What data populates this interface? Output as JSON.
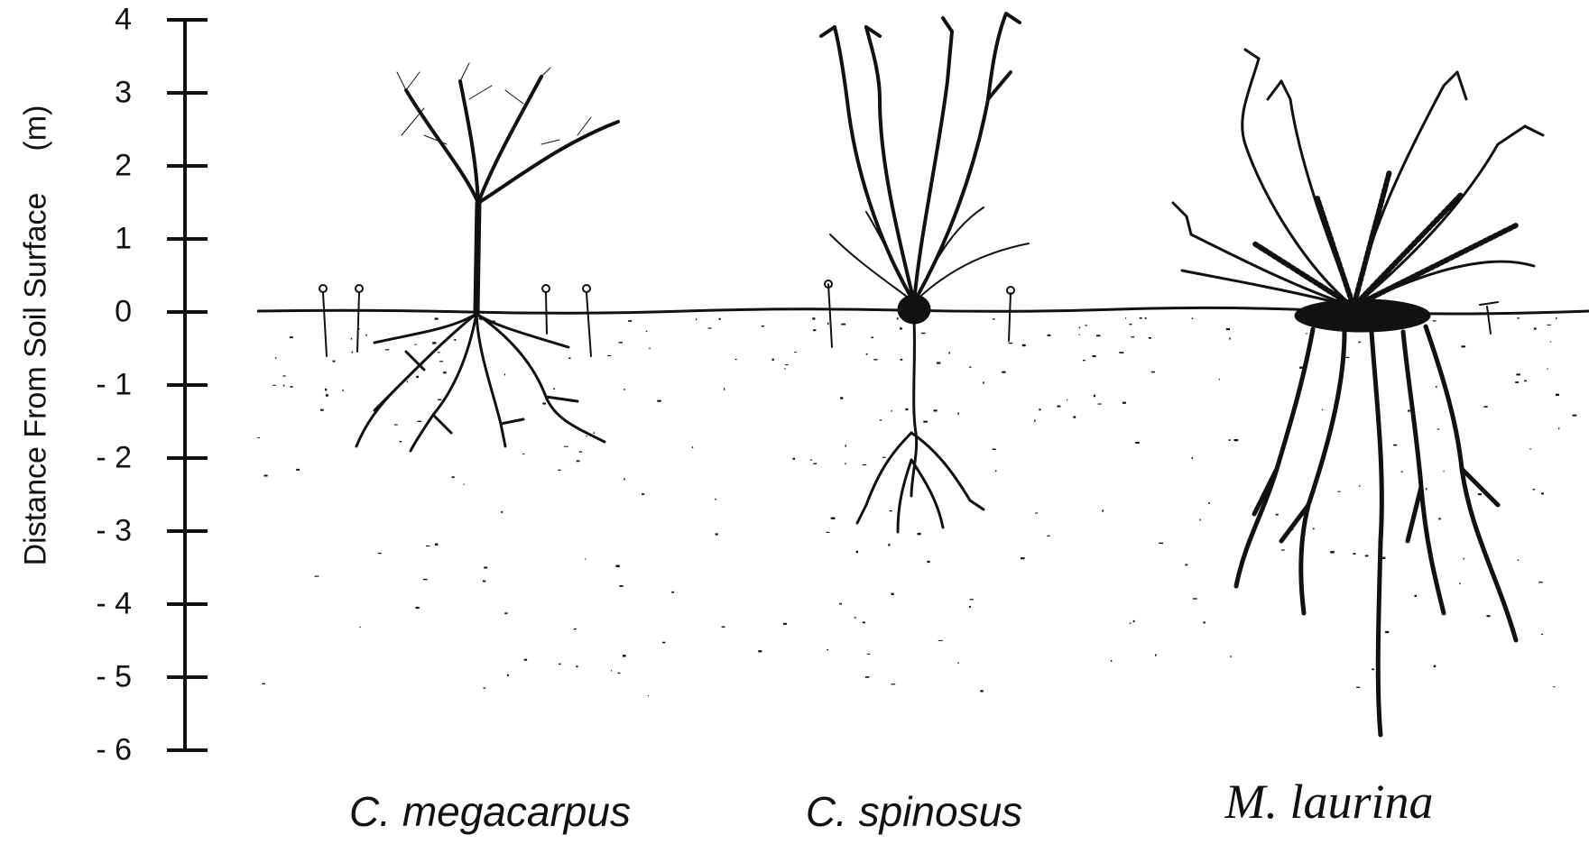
{
  "axis": {
    "label": "Distance From Soil Surface",
    "unit": "(m)",
    "ticks": [
      {
        "value": 4,
        "label": "4"
      },
      {
        "value": 3,
        "label": "3"
      },
      {
        "value": 2,
        "label": "2"
      },
      {
        "value": 1,
        "label": "1"
      },
      {
        "value": 0,
        "label": "0"
      },
      {
        "value": -1,
        "label": "- 1"
      },
      {
        "value": -2,
        "label": "- 2"
      },
      {
        "value": -3,
        "label": "- 3"
      },
      {
        "value": -4,
        "label": "- 4"
      },
      {
        "value": -5,
        "label": "- 5"
      },
      {
        "value": -6,
        "label": "- 6"
      }
    ]
  },
  "species": [
    {
      "name": "C. megacarpus",
      "shoot_height_m": 3.2,
      "root_depth_m": 2.0
    },
    {
      "name": "C. spinosus",
      "shoot_height_m": 4.1,
      "root_depth_m": 3.0
    },
    {
      "name": "M. laurina",
      "shoot_height_m": 3.4,
      "root_depth_m": 5.9
    }
  ]
}
